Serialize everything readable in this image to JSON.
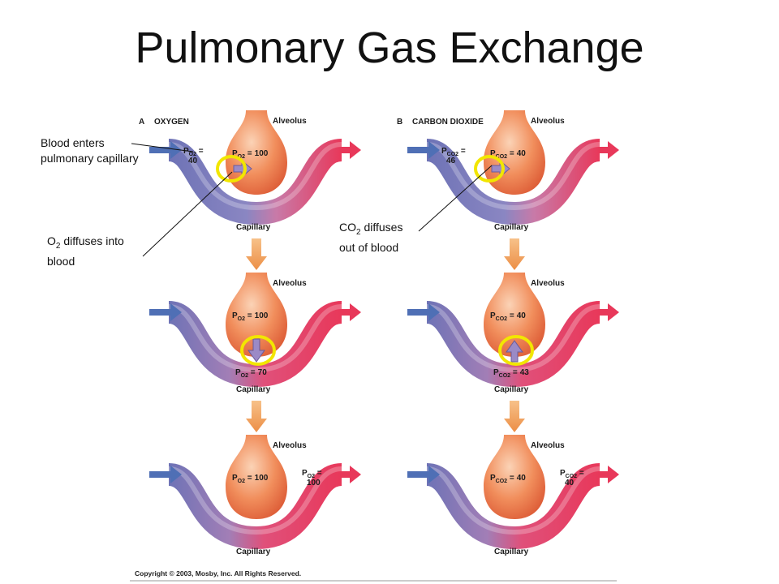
{
  "title": "Pulmonary Gas Exchange",
  "panels": {
    "oxygen": {
      "letter": "A",
      "name": "OXYGEN"
    },
    "co2": {
      "letter": "B",
      "name": "CARBON DIOXIDE"
    }
  },
  "labels": {
    "alveolus": "Alveolus",
    "capillary": "Capillary"
  },
  "callouts": {
    "blood_enters": {
      "line1": "Blood enters",
      "line2": "pulmonary capillary"
    },
    "o2_diffuses": {
      "pre": "O",
      "sub": "2",
      "post": " diffuses into",
      "line2": "blood"
    },
    "co2_diffuses": {
      "pre": "CO",
      "sub": "2",
      "post": " diffuses",
      "line2": "out of blood"
    }
  },
  "values": {
    "a1": {
      "inlet": "40",
      "alveolar": "100"
    },
    "a2": {
      "alveolar": "100",
      "capillary": "70"
    },
    "a3": {
      "alveolar": "100",
      "outlet": "100"
    },
    "b1": {
      "inlet": "46",
      "alveolar": "40"
    },
    "b2": {
      "alveolar": "40",
      "capillary": "43"
    },
    "b3": {
      "alveolar": "40",
      "outlet": "40"
    }
  },
  "copyright": "Copyright © 2003, Mosby, Inc. All Rights Reserved.",
  "colors": {
    "vein": "#6e73b6",
    "artery": "#e8385a",
    "alveolus": "#ee7b4c",
    "highlight": "#f2e600",
    "transfer_arrow": "#f0a552"
  }
}
